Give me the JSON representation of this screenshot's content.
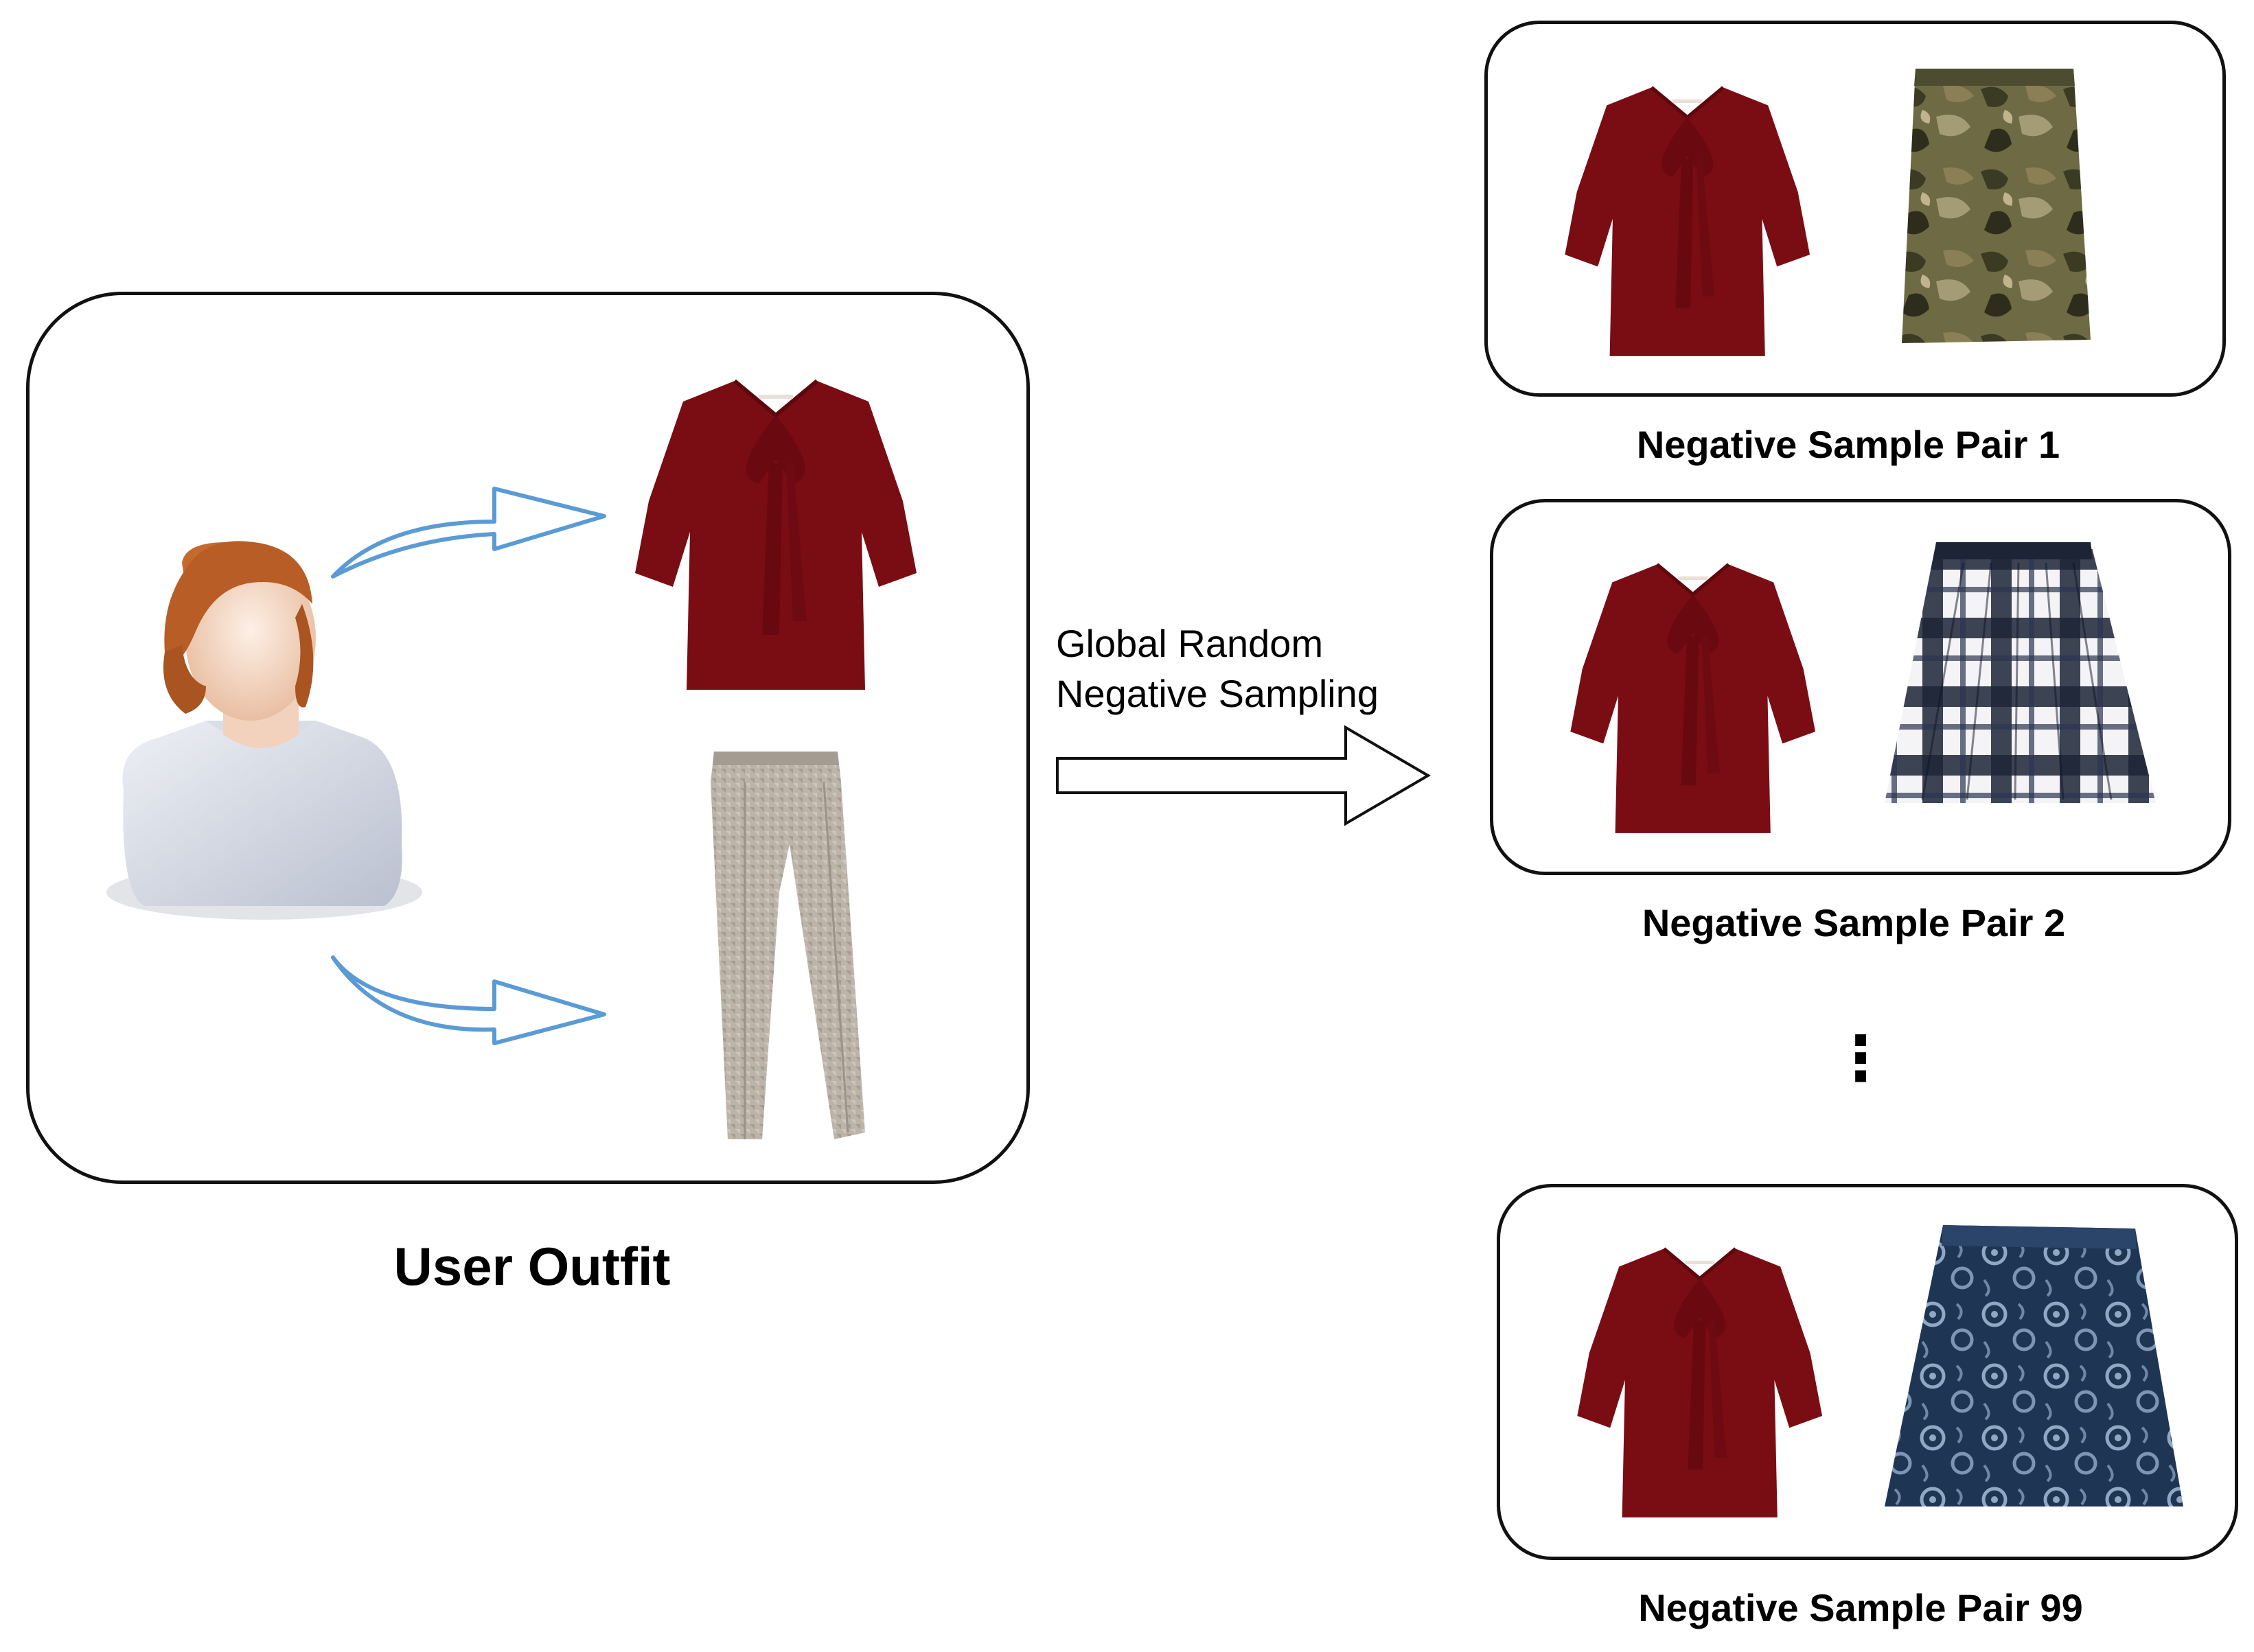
{
  "diagram": {
    "user_outfit_label": "User Outfit",
    "arrow_caption_line1": "Global Random",
    "arrow_caption_line2": "Negative Sampling",
    "ellipsis": "⋮",
    "pairs": [
      {
        "label": "Negative Sample Pair 1",
        "top_item": "burgundy-blouse",
        "bottom_item": "camouflage-skirt"
      },
      {
        "label": "Negative Sample Pair 2",
        "top_item": "burgundy-blouse",
        "bottom_item": "plaid-pleated-skirt"
      },
      {
        "label": "Negative Sample Pair 99",
        "top_item": "burgundy-blouse",
        "bottom_item": "floral-denim-skirt"
      }
    ]
  },
  "colors": {
    "blouse": "#7a0d13",
    "trousers": "#b9b1a6",
    "curved_arrow": "#5b9bd5",
    "plaid_dark": "#1c2436",
    "floral_navy": "#1f3554",
    "camo_base": "#6d6a44"
  }
}
